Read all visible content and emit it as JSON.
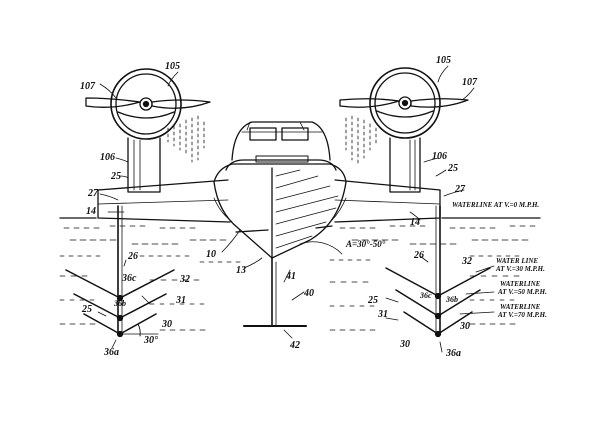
{
  "figure": {
    "ink_color": "#111111",
    "background": "#ffffff",
    "waterlines": {
      "v0": "WATERLINE AT V.=0 M.P.H.",
      "v30_line1": "WATER LINE",
      "v30_line2": "AT V.=30 M.P.H.",
      "v50_line1": "WATERLINE",
      "v50_line2": "AT V.=50 M.P.H.",
      "v70_line1": "WATERLINE",
      "v70_line2": "AT V.=70 M.P.H."
    },
    "angle_a": "A=30°-50°",
    "angle_left": "30°",
    "numerals": {
      "n105_left": "105",
      "n105_right": "105",
      "n107_left": "107",
      "n107_right": "107",
      "n106_left": "106",
      "n106_right": "106",
      "n25_left_upper": "25",
      "n25_right_upper": "25",
      "n27_left": "27",
      "n27_right": "27",
      "n14_left": "14",
      "n14_right": "14",
      "n10": "10",
      "n13": "13",
      "n26_left": "26",
      "n26_right": "26",
      "n36c_left": "36c",
      "n36c_right": "36c",
      "n32_left": "32",
      "n32_right": "32",
      "n36b_left": "36b",
      "n36b_right": "36b",
      "n31_left": "31",
      "n31_right": "31",
      "n25_left_lower": "25",
      "n25_right_lower": "25",
      "n30_left": "30",
      "n30_right_a": "30",
      "n30_right_b": "30",
      "n36a_left": "36a",
      "n36a_right": "36a",
      "n41": "41",
      "n40": "40",
      "n42": "42"
    }
  }
}
